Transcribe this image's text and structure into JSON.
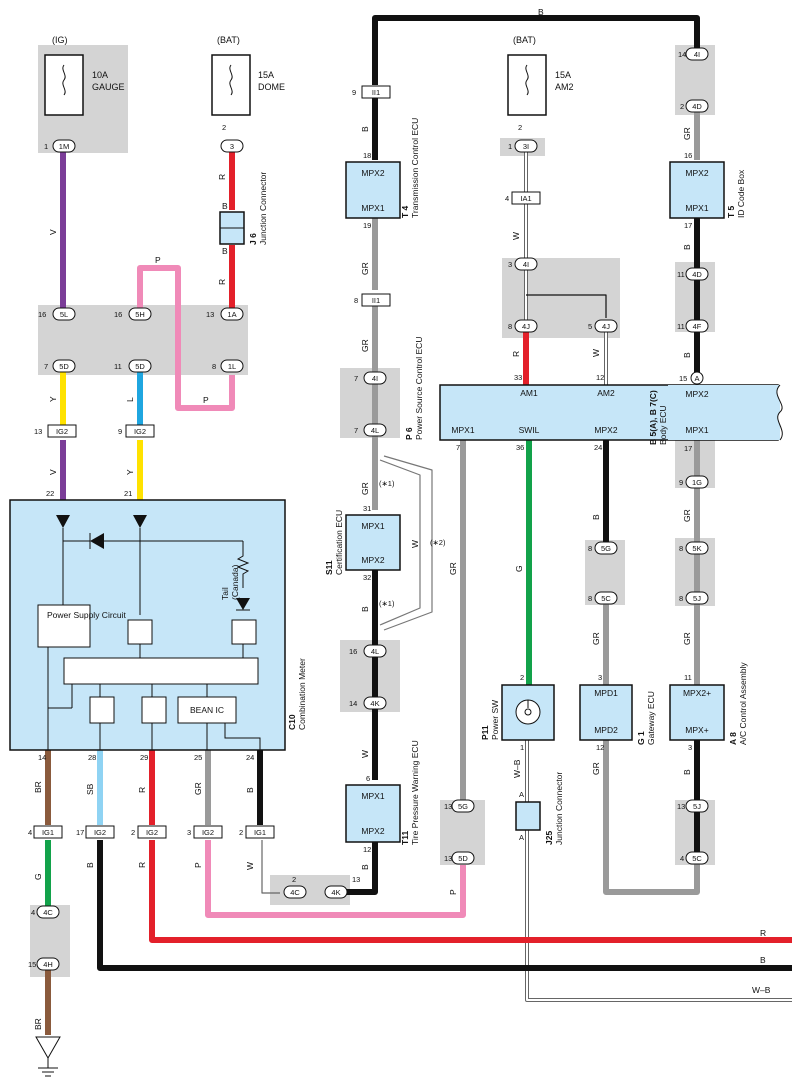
{
  "fuses": {
    "ig": {
      "source": "(IG)",
      "rating": "10A",
      "name": "GAUGE"
    },
    "dome": {
      "source": "(BAT)",
      "rating": "15A",
      "name": "DOME"
    },
    "am2": {
      "source": "(BAT)",
      "rating": "15A",
      "name": "AM2"
    }
  },
  "components": {
    "t4": {
      "code": "T 4",
      "name": "Transmission Control ECU",
      "pin_top": "MPX2",
      "pin_bottom": "MPX1"
    },
    "t5": {
      "code": "T 5",
      "name": "ID Code Box",
      "pin_top": "MPX2",
      "pin_bottom": "MPX1"
    },
    "j6": {
      "code": "J 6",
      "name": "Junction Connector"
    },
    "p6": {
      "code": "P 6",
      "name": "Power Source Control ECU",
      "am1": "AM1",
      "am2": "AM2",
      "mpx1": "MPX1",
      "swil": "SWIL",
      "mpx2": "MPX2"
    },
    "b5": {
      "code": "B 5(A), B 7(C)",
      "name": "Body ECU",
      "mpx2": "MPX2",
      "mpx1": "MPX1"
    },
    "s11": {
      "code": "S11",
      "name": "Certification ECU",
      "pin_top": "MPX1",
      "pin_bottom": "MPX2"
    },
    "c10": {
      "code": "C10",
      "name": "Combination Meter",
      "power_supply": "Power Supply Circuit",
      "bean_ic": "BEAN IC",
      "tail": "Tail",
      "tail_sub": "(Canada)"
    },
    "t11": {
      "code": "T11",
      "name": "Tire Pressure Warning ECU",
      "pin_top": "MPX1",
      "pin_bottom": "MPX2"
    },
    "p11": {
      "code": "P11",
      "name": "Power SW"
    },
    "j25": {
      "code": "J25",
      "name": "Junction Connector"
    },
    "g1": {
      "code": "G 1",
      "name": "Gateway ECU",
      "pin_top": "MPD1",
      "pin_bottom": "MPD2"
    },
    "a8": {
      "code": "A 8",
      "name": "A/C Control Assembly",
      "pin_top": "MPX2+",
      "pin_bottom": "MPX+"
    }
  },
  "connectors": {
    "c1m": "1M",
    "c3": "3",
    "c5L": "5L",
    "c5D": "5D",
    "c5H": "5H",
    "c5D2": "5D",
    "c1A": "1A",
    "c1L": "1L",
    "ig2a": "IG2",
    "ig2b": "IG2",
    "ig2c": "IG2",
    "ig2d": "IG2",
    "ig2e": "IG2",
    "ig1a": "IG1",
    "ig1b": "IG1",
    "ii1a": "II1",
    "ii1b": "II1",
    "c4I": "4I",
    "c4L": "4L",
    "c4L2": "4L",
    "c4K": "4K",
    "c4C": "4C",
    "c4K2": "4K",
    "c3I": "3I",
    "ia1": "IA1",
    "c4I2": "4I",
    "c4J": "4J",
    "c4J2": "4J",
    "c4I3": "4I",
    "c4D": "4D",
    "c4D2": "4D",
    "c4F": "4F",
    "cA": "A",
    "c1G": "1G",
    "c5K": "5K",
    "c5J": "5J",
    "c5G": "5G",
    "c5C": "5C",
    "c5G2": "5G",
    "c5D3": "5D",
    "c4C2": "4C",
    "c4H": "4H",
    "c5J2": "5J",
    "c5C2": "5C"
  },
  "wire_colors": {
    "B": "B",
    "V": "V",
    "Y": "Y",
    "L": "L",
    "P": "P",
    "R": "R",
    "GR": "GR",
    "W": "W",
    "G": "G",
    "BR": "BR",
    "SB": "SB",
    "WB": "W–B"
  },
  "notes": {
    "n1": "(∗1)",
    "n2": "(∗2)"
  },
  "pin_numbers": {
    "p1": "1",
    "p2": "2",
    "p7": "7",
    "p8": "8",
    "p9": "9",
    "p11": "11",
    "p12": "12",
    "p13": "13",
    "p14": "14",
    "p15": "15",
    "p16": "16",
    "p17": "17",
    "p18": "18",
    "p19": "19",
    "p21": "21",
    "p22": "22",
    "p24": "24",
    "p25": "25",
    "p28": "28",
    "p29": "29",
    "p31": "31",
    "p32": "32",
    "p33": "33",
    "p36": "36",
    "p3": "3",
    "p4": "4",
    "p5": "5",
    "p6": "6"
  },
  "colors": {
    "black": "#111111",
    "violet": "#7b3d98",
    "yellow": "#ffe200",
    "blue": "#1fa6e0",
    "pink": "#f08ab8",
    "red": "#e3202a",
    "gray": "#9a9a9a",
    "green": "#12a24a",
    "brown": "#8a5a3c",
    "skyblue": "#8fd3f3",
    "component": "#c6e6f8",
    "shade": "#d4d4d4"
  }
}
